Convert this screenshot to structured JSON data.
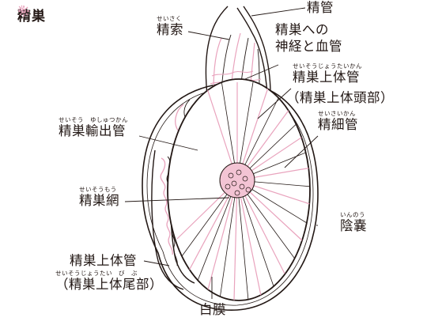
{
  "header": {
    "title": "精巣"
  },
  "colors": {
    "accent": "#e9a3bd",
    "line": "#231815",
    "tubule": "#f3c4d4"
  },
  "labels": {
    "seikan": {
      "text": "精管",
      "ruby": ""
    },
    "seisaku": {
      "text": "精索",
      "ruby": "せいさく"
    },
    "nerve_line1": {
      "text": "精巣への",
      "ruby": ""
    },
    "nerve_line2": {
      "text": "神経と血管",
      "ruby": ""
    },
    "epi_head_line1": {
      "text": "精巣上体管",
      "ruby": "せいそうじょうたいかん"
    },
    "epi_head_line2": {
      "text": "（精巣上体頭部）",
      "ruby": ""
    },
    "efferent": {
      "text": "精巣輸出管",
      "ruby": "せいそう　ゆしゅつかん"
    },
    "seminiferous": {
      "text": "精細管",
      "ruby": "せいさいかん"
    },
    "rete": {
      "text": "精巣網",
      "ruby": "せいそうもう"
    },
    "scrotum": {
      "text": "陰嚢",
      "ruby": "いんのう"
    },
    "epi_tail_line1": {
      "text": "精巣上体管",
      "ruby": ""
    },
    "epi_tail_line2": {
      "text": "（精巣上体尾部）",
      "ruby": "せいそうじょうたい　び　ぶ"
    },
    "albuginea": {
      "text": "白膜",
      "ruby": ""
    }
  }
}
